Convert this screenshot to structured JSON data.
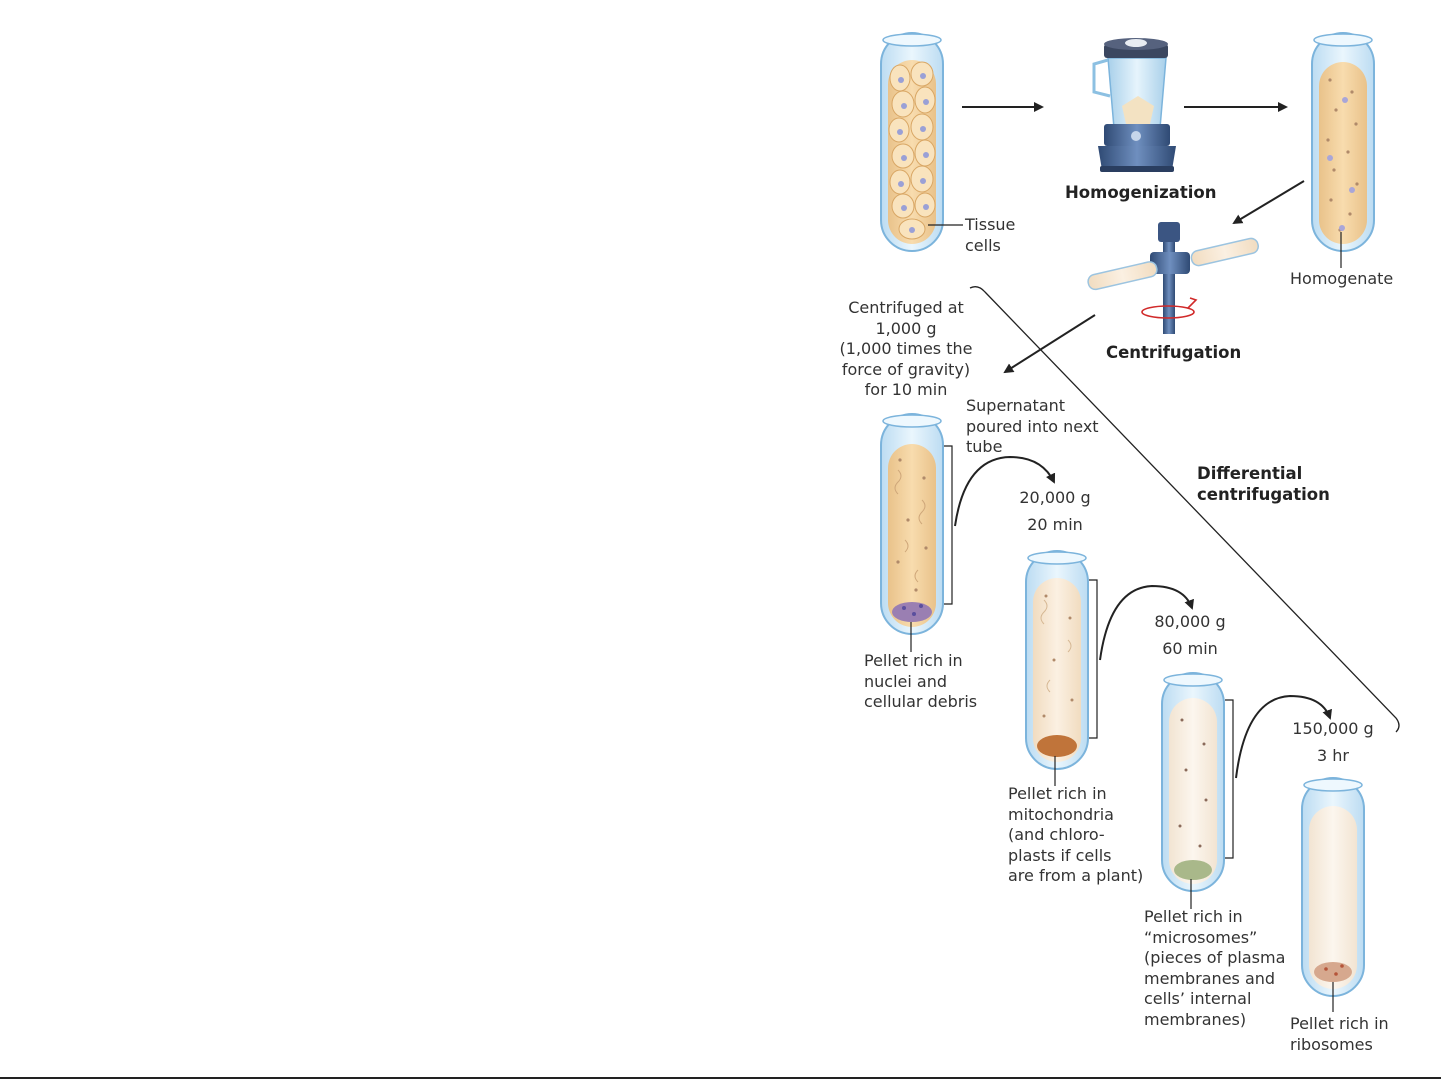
{
  "labels": {
    "tissue_cells": [
      "Tissue",
      "cells"
    ],
    "homogenization": "Homogenization",
    "homogenate": "Homogenate",
    "centrifugation": "Centrifugation",
    "centrifuged_at": [
      "Centrifuged at",
      "1,000 g",
      "(1,000 times the",
      "force of gravity)",
      "for 10 min"
    ],
    "supernatant": [
      "Supernatant",
      "poured into next",
      "tube"
    ],
    "differential": [
      "Differential",
      "centrifugation"
    ],
    "step2_force": "20,000 g",
    "step2_time": "20 min",
    "step3_force": "80,000 g",
    "step3_time": "60 min",
    "step4_force": "150,000 g",
    "step4_time": "3 hr",
    "pellet1": [
      "Pellet rich in",
      "nuclei and",
      "cellular debris"
    ],
    "pellet2": [
      "Pellet rich in",
      "mitochondria",
      "(and chloro-",
      "plasts if cells",
      "are from a plant)"
    ],
    "pellet3": [
      "Pellet rich in",
      "“microsomes”",
      "(pieces of plasma",
      "membranes and",
      "cells’ internal",
      "membranes)"
    ],
    "pellet4": [
      "Pellet rich in",
      "ribosomes"
    ]
  },
  "colors": {
    "tube_glass": "#dbeefa",
    "tube_outline": "#7cb4dc",
    "tissue_fill": "#f6d39a",
    "homogenate_fill": "#f2d4a8",
    "supernatant_light": "#f8ecd8",
    "blender_metal": "#4a6a98",
    "arrow": "#222222"
  }
}
